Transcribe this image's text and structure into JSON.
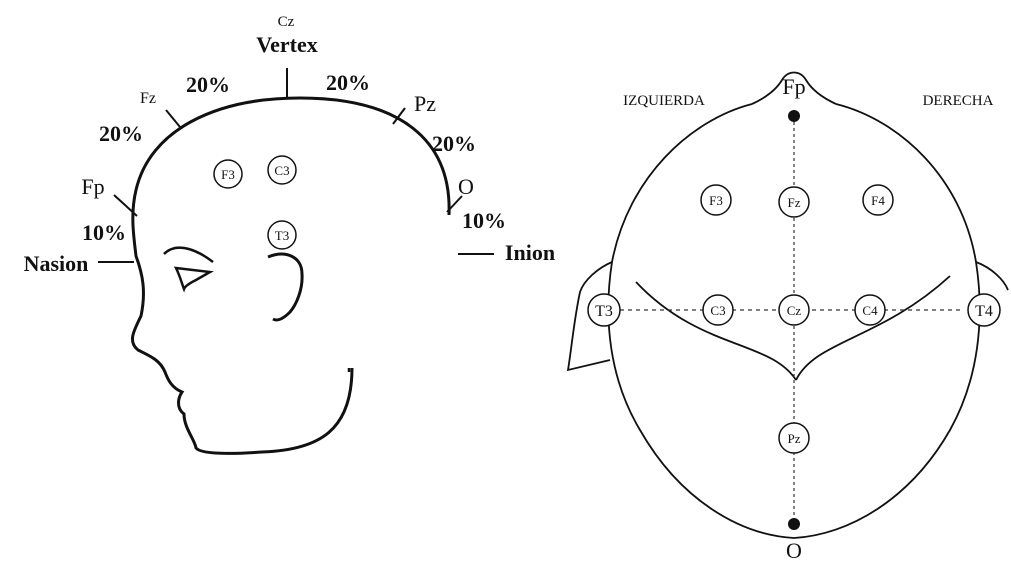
{
  "side_view": {
    "cz_label": "Cz",
    "vertex_label": "Vertex",
    "fz_label": "Fz",
    "pz_label": "Pz",
    "fp_label": "Fp",
    "o_label": "O",
    "nasion_label": "Nasion",
    "inion_label": "Inion",
    "pct_fz_cz": "20%",
    "pct_cz_pz": "20%",
    "pct_fp_fz": "20%",
    "pct_pz_o": "20%",
    "pct_nasion_fp": "10%",
    "pct_o_inion": "10%",
    "electrodes": {
      "f3": "F3",
      "c3": "C3",
      "t3": "T3"
    }
  },
  "top_view": {
    "left_label": "IZQUIERDA",
    "right_label": "DERECHA",
    "fp_label": "Fp",
    "o_label": "O",
    "electrodes": {
      "f3": "F3",
      "fz": "Fz",
      "f4": "F4",
      "t3": "T3",
      "c3": "C3",
      "cz": "Cz",
      "c4": "C4",
      "t4": "T4",
      "pz": "Pz"
    }
  }
}
